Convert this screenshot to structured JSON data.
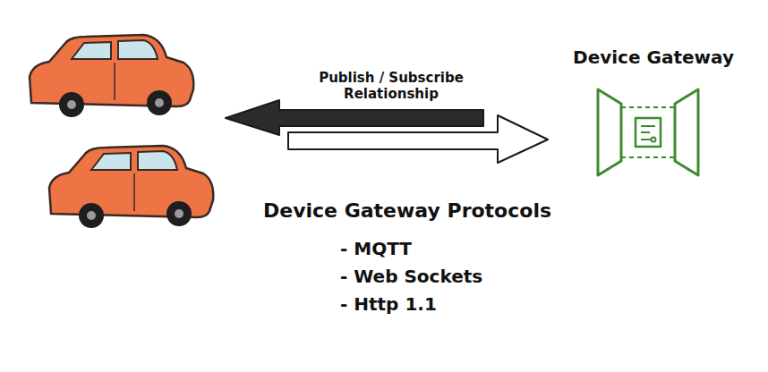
{
  "diagram": {
    "nodes": [
      {
        "text": [
          "Device Gateway"
        ]
      }
    ],
    "labels": [
      "Publish / Subscribe Relationship",
      "Device Gateway Protocols",
      "- MQTT",
      "- Web Sockets",
      "- Http 1.1"
    ]
  }
}
